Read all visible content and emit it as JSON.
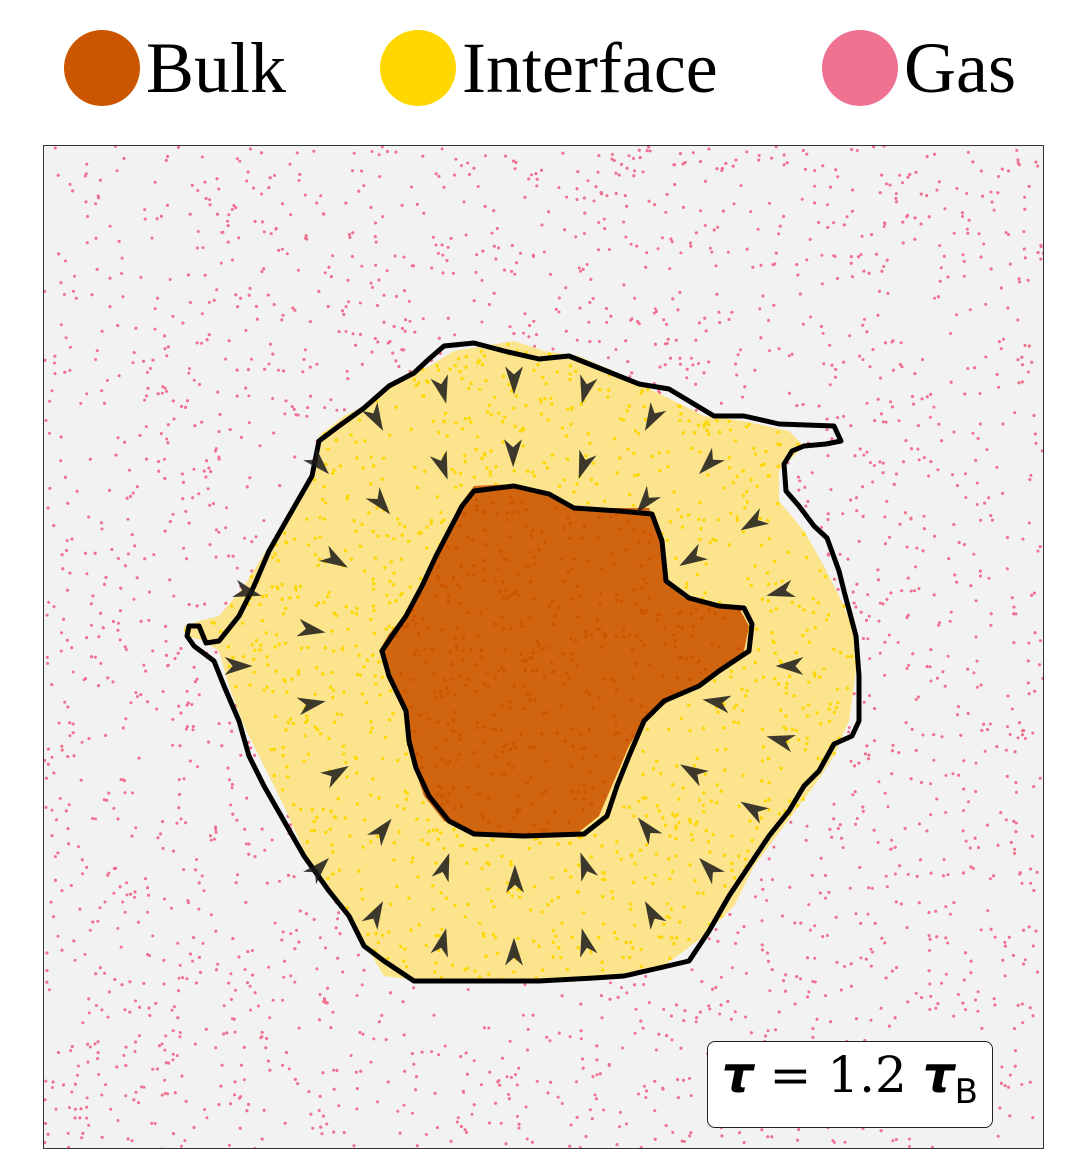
{
  "legend": {
    "items": [
      {
        "label": "Bulk",
        "color": "#cc5500"
      },
      {
        "label": "Interface",
        "color": "#ffd700"
      },
      {
        "label": "Gas",
        "color": "#f07090"
      }
    ]
  },
  "annotation": {
    "text": "τ = 1.2 τB",
    "tau": "τ",
    "equals": " = 1.2 ",
    "tau_b": "τ",
    "subscript": "B"
  },
  "chart_data": {
    "type": "scatter",
    "title": "",
    "xlabel": "",
    "ylabel": "",
    "grid": false,
    "legend_placement": "top",
    "series": [
      {
        "name": "Bulk",
        "color": "#cc5500",
        "description_region": "central cluster"
      },
      {
        "name": "Interface",
        "color": "#ffd700",
        "description_region": "ring around bulk"
      },
      {
        "name": "Gas",
        "color": "#f07090",
        "description_region": "background"
      }
    ],
    "overlays": {
      "outer_contour_color": "#000000",
      "inner_contour_color": "#000000",
      "arrow_color": "#1a1a1a",
      "arrow_direction": "inward"
    }
  }
}
